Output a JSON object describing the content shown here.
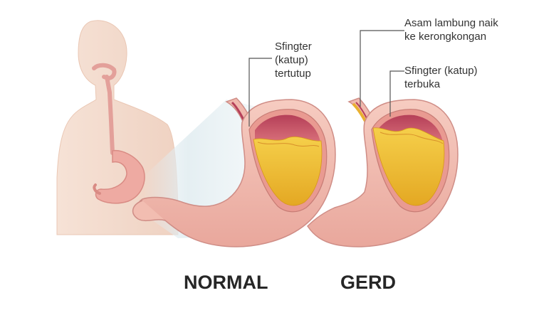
{
  "labels": {
    "normal_title": "NORMAL",
    "gerd_title": "GERD",
    "normal_sphincter": [
      "Sfingter",
      "(katup)",
      "tertutup"
    ],
    "gerd_acid": [
      "Asam lambung naik",
      "ke kerongkongan"
    ],
    "gerd_sphincter": [
      "Sfingter (katup)",
      "terbuka"
    ]
  },
  "colors": {
    "skin": "#f3dccd",
    "stomach_outer": "#f2c2b6",
    "stomach_wall": "#e48d86",
    "stomach_inner": "#a8344c",
    "acid": "#f2c23a",
    "zoom_panel": "#e6f0f3"
  }
}
